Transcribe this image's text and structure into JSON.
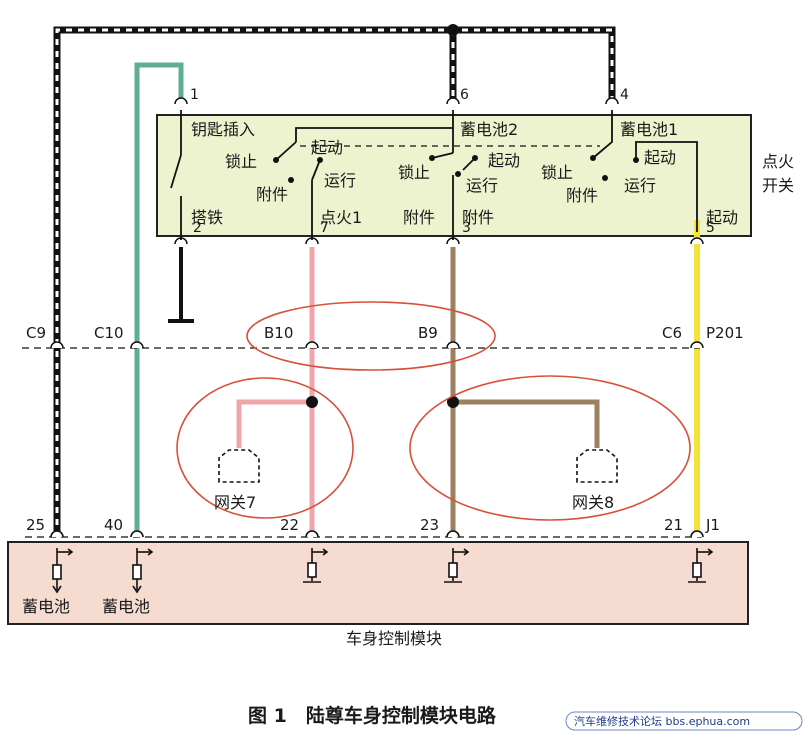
{
  "ignition_switch": {
    "name_line1": "点火",
    "name_line2": "开关",
    "key_inserted": "钥匙插入",
    "ground_label": "搭铁",
    "ignition1": "点火1",
    "accessory": "附件",
    "start": "起动",
    "battery2": "蓄电池2",
    "battery1": "蓄电池1",
    "switch1": {
      "lock": "锁止",
      "start": "起动",
      "accessory": "附件",
      "run": "运行"
    },
    "switch2": {
      "lock": "锁止",
      "start": "起动",
      "run": "运行",
      "accessory": "附件"
    },
    "switch3": {
      "lock": "锁止",
      "start": "起动",
      "accessory": "附件",
      "run": "运行"
    }
  },
  "pins_top": [
    "1",
    "6",
    "4"
  ],
  "pins_bottom": [
    "2",
    "7",
    "3",
    "5"
  ],
  "connectors": [
    "C9",
    "C10",
    "B10",
    "B9",
    "C6",
    "P201"
  ],
  "gateways": [
    "网关7",
    "网关8"
  ],
  "bcm": {
    "title": "车身控制模块",
    "pins": [
      "25",
      "40",
      "22",
      "23",
      "21",
      "J1"
    ],
    "battery_left": "蓄电池",
    "battery_right": "蓄电池"
  },
  "caption": "图 1　陆尊车身控制模块电路",
  "watermark": "汽车维修技术论坛 bbs.ephua.com",
  "colors": {
    "switch_fill": "#eef3cf",
    "bcm_fill": "#f6dcd0",
    "green_wire": "#5fae8f",
    "pink_wire": "#f0a6a8",
    "brown_wire": "#9c8060",
    "yellow_wire": "#f5e33c",
    "ellipse": "#d8503a",
    "watermark_color": "#1a3c8a"
  }
}
